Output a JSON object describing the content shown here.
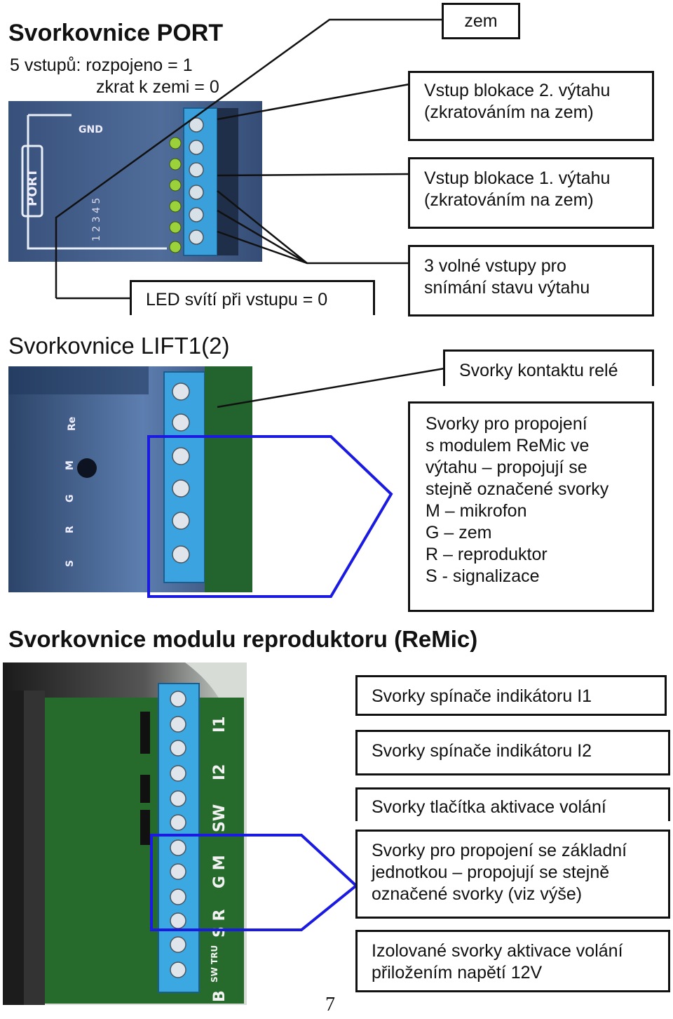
{
  "port": {
    "title": "Svorkovnice PORT",
    "line1": "5 vstupů: rozpojeno = 1",
    "line2": "zkrat k zemi = 0",
    "photo_labels": {
      "gnd": "GND",
      "numbers": "1 2 3 4 5",
      "port": "PORT"
    },
    "led_note": "LED svítí při vstupu = 0",
    "callouts": {
      "zem": "zem",
      "block2": [
        "Vstup blokace 2. výtahu",
        "(zkratováním na zem)"
      ],
      "block1": [
        "Vstup blokace 1. výtahu",
        "(zkratováním na zem)"
      ],
      "free": [
        "3 volné vstupy pro",
        "snímání stavu výtahu"
      ]
    }
  },
  "lift": {
    "title": "Svorkovnice LIFT1(2)",
    "relay": "Svorky kontaktu relé",
    "photo_labels": [
      "Re",
      "M",
      "G",
      "R",
      "S"
    ],
    "remic_link": [
      "Svorky pro propojení",
      "s modulem ReMic ve",
      "výtahu – propojují se",
      "stejně označené svorky",
      "M – mikrofon",
      "G – zem",
      "R – reproduktor",
      "S - signalizace"
    ]
  },
  "remic": {
    "title": "Svorkovnice modulu reproduktoru (ReMic)",
    "photo_labels": [
      "I1",
      "I2",
      "SW",
      "G M",
      "S R",
      "SW TRU",
      "B"
    ],
    "callouts": {
      "i1": "Svorky spínače indikátoru I1",
      "i2": "Svorky spínače indikátoru I2",
      "button": "Svorky tlačítka aktivace volání",
      "base": [
        "Svorky pro propojení se základní",
        "jednotkou – propojují se stejně",
        "označené svorky (viz výše)"
      ],
      "isolated": [
        "Izolované svorky aktivace volání",
        "přiložením napětí 12V"
      ]
    }
  },
  "page_number": "7",
  "colors": {
    "terminal_blue": "#3fa6df",
    "pcb_blue": "#41608f",
    "pcb_green": "#2a6a36",
    "highlight": "#1a1ae0"
  }
}
